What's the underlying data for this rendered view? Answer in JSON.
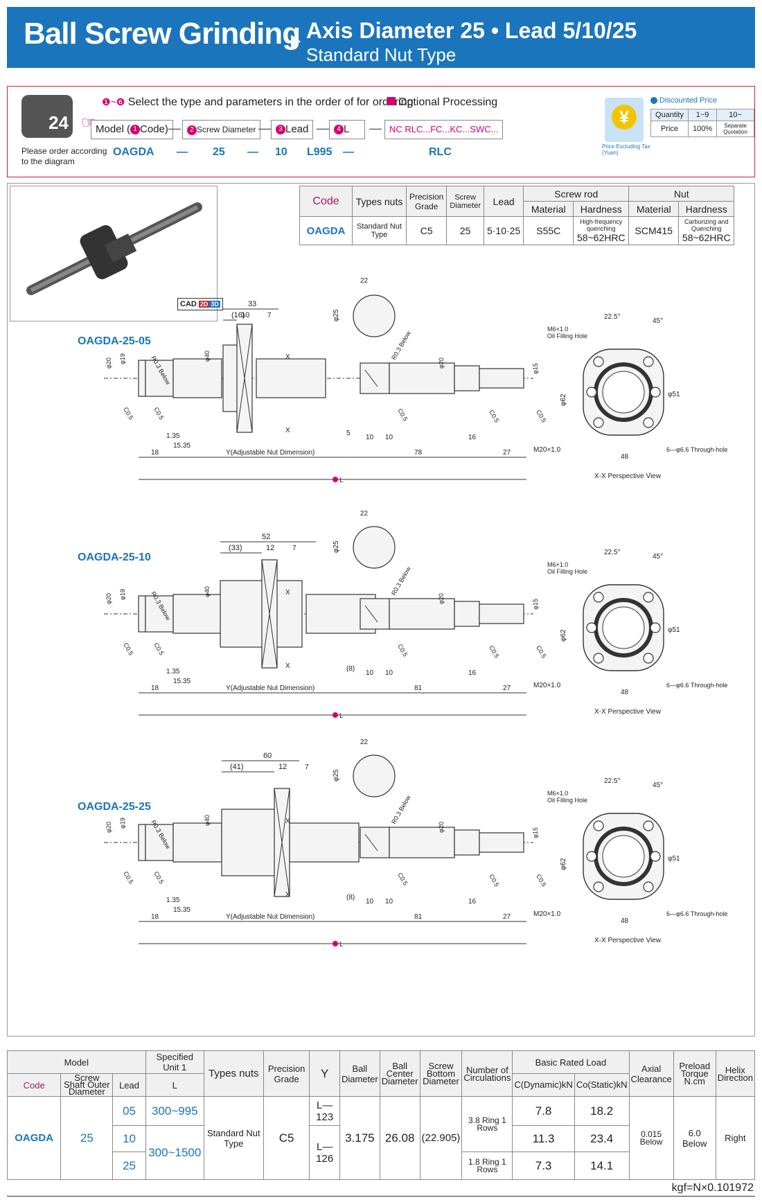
{
  "header": {
    "title": "Ball Screw Grinding",
    "subtitle": "Axis Diameter 25 • Lead 5/10/25",
    "nut_type": "Standard Nut Type"
  },
  "order": {
    "phone_label": "24",
    "note": "Please order according to the diagram",
    "steps_text": "Select the type and parameters in the order of for ordering",
    "step_range": "❶~❻",
    "optional_label": "Optional Processing",
    "model_label": "Model (",
    "code_label": "Code)",
    "dia_label": "Screw Diameter",
    "lead_label": "Lead",
    "l_label": "L",
    "options": "NC RLC...FC...KC...SWC...",
    "sep": "—",
    "example": {
      "model": "OAGDA",
      "dia": "25",
      "lead": "10",
      "l": "L995",
      "opt": "RLC"
    }
  },
  "pricing": {
    "yen": "¥",
    "note": "Price Excluding Tax (Yuan)",
    "title": "Discounted Price",
    "qty_label": "Quantity",
    "price_label": "Price",
    "q1": "1~9",
    "q2": "10~",
    "p1": "100%",
    "p2": "Separate Quotation"
  },
  "cad": {
    "label": "CAD",
    "d2": "2D",
    "d3": "3D"
  },
  "spec": {
    "headers": [
      "Code",
      "Types nuts",
      "Precision Grade",
      "Screw Diameter",
      "Lead",
      "Screw rod",
      "Nut",
      "Material",
      "Hardness",
      "Material",
      "Hardness"
    ],
    "row": {
      "code": "OAGDA",
      "type": "Standard Nut Type",
      "grade": "C5",
      "dia": "25",
      "lead": "5·10·25",
      "rod_mat": "S55C",
      "rod_hard1": "High-frequency quenching",
      "rod_hard2": "58~62HRC",
      "nut_mat": "SCM415",
      "nut_hard1": "Carburizing and Quenching",
      "nut_hard2": "58~62HRC"
    }
  },
  "drawings": [
    {
      "title": "OAGDA-25-05",
      "nut_len": "33",
      "nut_paren": "(16)",
      "flange": "10",
      "f7": "7",
      "y_label": "Y(Adjustable Nut Dimension)",
      "len_right": "78",
      "gap": "5",
      "len_end": "27",
      "len_16": "16",
      "dim_18": "18",
      "dim_10a": "10",
      "dim_10b": "10",
      "d_shaft_end": "φ15",
      "d_key": "22",
      "d_main": "φ25",
      "d_nut": "φ40",
      "d_20": "φ20",
      "d_19": "φ19",
      "dim_135": "1.35",
      "dim_1535": "15.35",
      "r03": "R0.3 Below",
      "c05": "C0.5",
      "m20": "M20×1.0",
      "l": "L",
      "x": "X"
    },
    {
      "title": "OAGDA-25-10",
      "nut_len": "52",
      "nut_paren": "(33)",
      "flange": "12",
      "f7": "7",
      "y_label": "Y(Adjustable Nut Dimension)",
      "len_right": "81",
      "gap": "(8)",
      "len_end": "27",
      "len_16": "16",
      "dim_18": "18",
      "dim_10a": "10",
      "dim_10b": "10",
      "d_shaft_end": "φ15",
      "d_key": "22",
      "d_main": "φ25",
      "d_nut": "φ40",
      "d_20": "φ20",
      "d_19": "φ19",
      "dim_135": "1.35",
      "dim_1535": "15.35",
      "r03": "R0.3 Below",
      "c05": "C0.5",
      "m20": "M20×1.0",
      "l": "L",
      "x": "X"
    },
    {
      "title": "OAGDA-25-25",
      "nut_len": "60",
      "nut_paren": "(41)",
      "flange": "12",
      "f7": "7",
      "y_label": "Y(Adjustable Nut Dimension)",
      "len_right": "81",
      "gap": "(8)",
      "len_end": "27",
      "len_16": "16",
      "dim_18": "18",
      "dim_10a": "10",
      "dim_10b": "10",
      "d_shaft_end": "φ15",
      "d_key": "22",
      "d_main": "φ25",
      "d_nut": "φ40",
      "d_20": "φ20",
      "d_19": "φ19",
      "dim_135": "1.35",
      "dim_1535": "15.35",
      "r03": "R0.3 Below",
      "c05": "C0.5",
      "m20": "M20×1.0",
      "l": "L",
      "x": "X"
    }
  ],
  "flange_view": {
    "m6": "M6×1.0",
    "oil": "Oil Filling Hole",
    "a225": "22.5°",
    "a45": "45°",
    "d51": "φ51",
    "d62": "φ62",
    "w48": "48",
    "holes": "6—φ6.6 Through-hole",
    "caption": "X-X Perspective View"
  },
  "bottom": {
    "headers": {
      "model": "Model",
      "code": "Code",
      "dia": "Screw Shaft Outer Diameter",
      "lead": "Lead",
      "unit": "Specified Unit 1",
      "l": "L",
      "types": "Types nuts",
      "grade": "Precision Grade",
      "y": "Y",
      "ball": "Ball Diameter",
      "bcd": "Ball Center Diameter",
      "sbd": "Screw Bottom Diameter",
      "circ": "Number of Circulations",
      "load": "Basic Rated Load",
      "cdyn": "C(Dynamic)kN",
      "csta": "Co(Static)kN",
      "axial": "Axial Clearance",
      "torque": "Preload Torque N.cm",
      "helix": "Helix Direction"
    },
    "code": "OAGDA",
    "dia": "25",
    "leads": [
      "05",
      "10",
      "25"
    ],
    "l1": "300~995",
    "l2": "300~1500",
    "type": "Standard Nut Type",
    "grade": "C5",
    "y1": "L—123",
    "y2": "L—126",
    "ball": "3.175",
    "bcd": "26.08",
    "sbd": "(22.905)",
    "circ1": "3.8 Ring 1 Rows",
    "circ2": "1.8 Ring 1 Rows",
    "cdyn": [
      "7.8",
      "11.3",
      "7.3"
    ],
    "csta": [
      "18.2",
      "23.4",
      "14.1"
    ],
    "axial": "0.015 Below",
    "torque": "6.0 Below",
    "helix": "Right"
  },
  "conversion": "kgf=N×0.101972"
}
